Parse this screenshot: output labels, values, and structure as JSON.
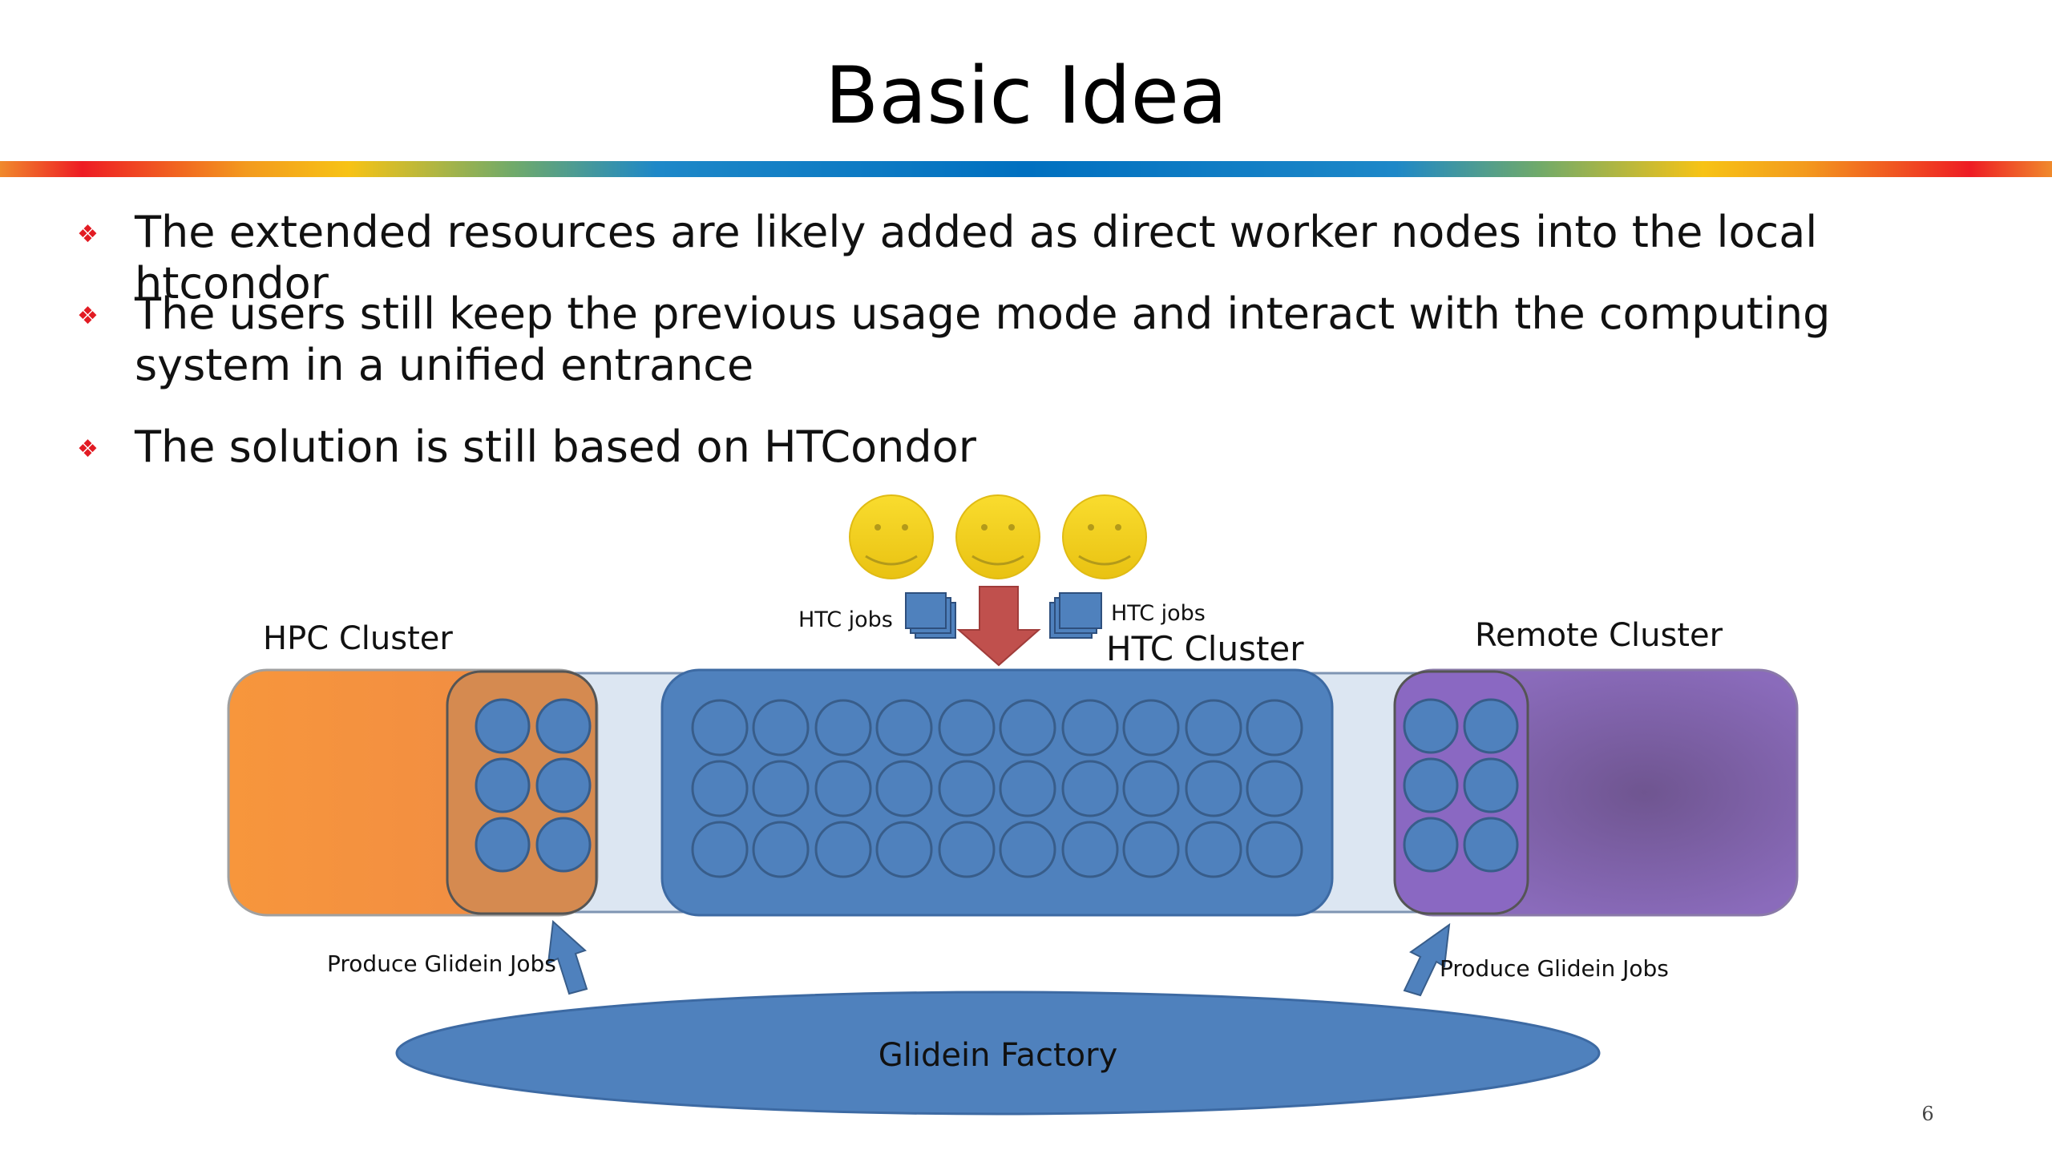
{
  "slide": {
    "title": "Basic Idea",
    "page_number": "6",
    "bullets": [
      "The extended resources are likely added as direct worker nodes into the local htcondor",
      "The users still keep the previous usage mode and interact with the computing system in a unified entrance",
      "The solution is still based on HTCondor"
    ]
  },
  "diagram": {
    "hpc_cluster_label": "HPC Cluster",
    "htc_cluster_label": "HTC Cluster",
    "remote_cluster_label": "Remote Cluster",
    "htc_jobs_left": "HTC jobs",
    "htc_jobs_right": "HTC jobs",
    "produce_left": "Produce Glidein Jobs",
    "produce_right": "Produce Glidein Jobs",
    "factory_label": "Glidein Factory"
  },
  "colors": {
    "accent_red": "#e21b23",
    "node_blue": "#4f81bd",
    "hpc_orange": "#f79646",
    "remote_purple": "#8064a2",
    "band": "#dce6f2",
    "smiley": "#f5d21b",
    "arrow_red": "#c0504d"
  },
  "icons": [
    "bullet-diamond-icon",
    "smiley-face-icon",
    "job-stack-icon",
    "down-arrow-icon",
    "up-arrow-icon"
  ]
}
